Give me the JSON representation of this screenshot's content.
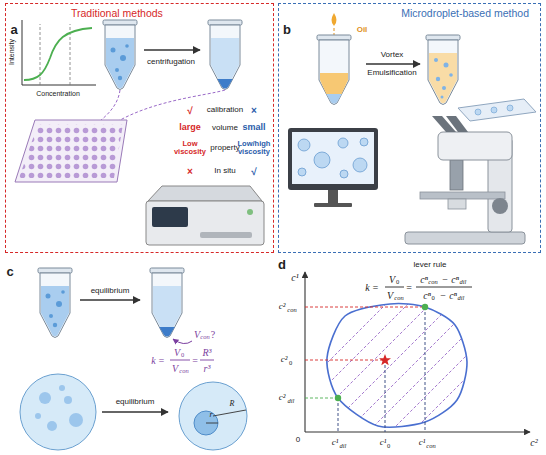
{
  "diagram": {
    "nodes": [
      {
        "text": [
          "Traditional methods"
        ]
      },
      {
        "text": [
          "Microdroplet-based method"
        ]
      }
    ],
    "labels": [
      "a",
      "Intensity",
      "Concentration",
      "centrifugation",
      "√",
      "calibration",
      "×",
      "large",
      "volume",
      "small",
      "Low viscosity",
      "property",
      "Low/high viscosity",
      "×",
      "In situ",
      "√",
      "b",
      "Oil",
      "Vortex",
      "Emulsification",
      "c",
      "equilibrium",
      "V",
      "con",
      "?",
      "equilibrium",
      "k =",
      "V",
      "0",
      "V",
      "con",
      "=",
      "R³",
      "r³",
      "r",
      "R",
      "d",
      "lever rule",
      "k =",
      "V",
      "0",
      "V",
      "con",
      "=",
      "cⁿ",
      "con",
      "−",
      "cⁿ",
      "dil",
      "cⁿ",
      "0",
      "−",
      "cⁿ",
      "dil",
      "c¹",
      "c²",
      "0",
      "c²",
      "con",
      "c²",
      "0",
      "c²",
      "dil",
      "c¹",
      "dil",
      "c¹",
      "0",
      "c¹",
      "con"
    ]
  }
}
